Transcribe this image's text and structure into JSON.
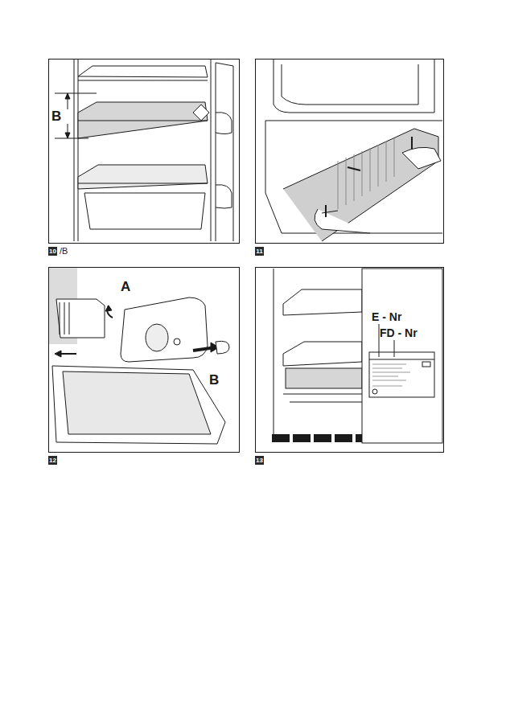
{
  "diagram": {
    "labels": [
      "B",
      "10",
      "/B",
      "11",
      "A",
      "B",
      "12",
      "E - Nr",
      "FD - Nr",
      "13"
    ]
  }
}
